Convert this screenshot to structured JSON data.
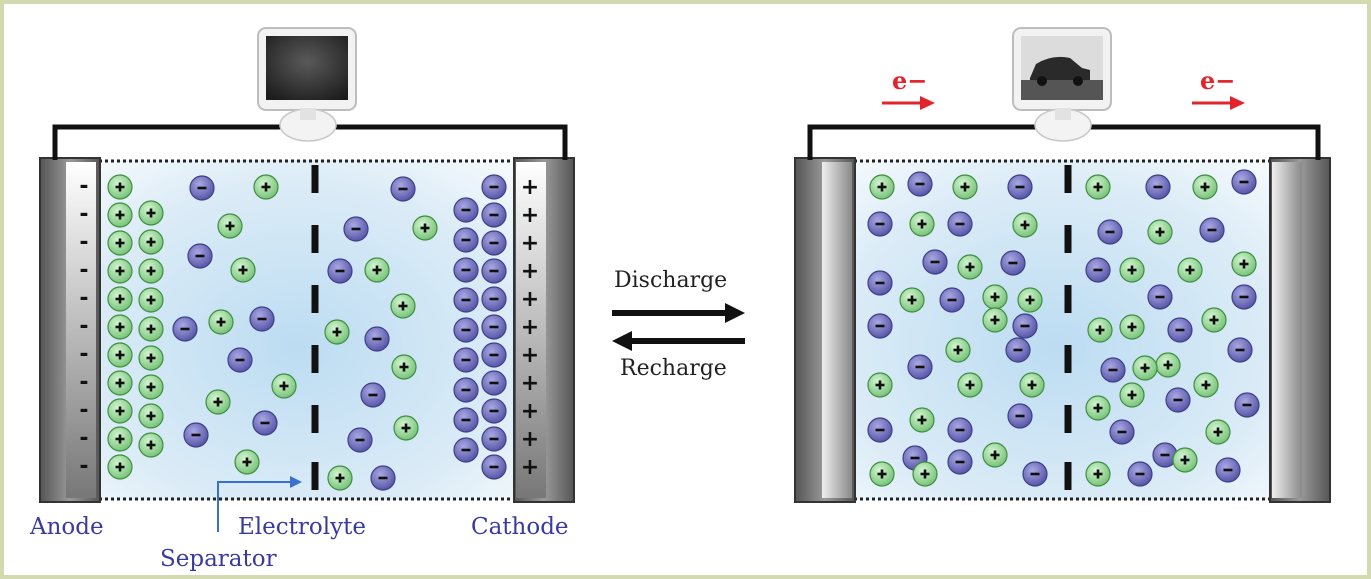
{
  "labels": {
    "anode": "Anode",
    "electrolyte": "Electrolyte",
    "cathode": "Cathode",
    "separator": "Separator",
    "discharge": "Discharge",
    "recharge": "Recharge",
    "electron_left": "e−",
    "electron_right": "e−"
  },
  "colors": {
    "anion": "#6b6ab8",
    "cation": "#8fd48f",
    "electrolyte": "#cfe6f5",
    "label_blue": "#3a3a9e",
    "electron_red": "#e3242b",
    "border": "#d3d9b0"
  },
  "icons": {
    "left_device": "monitor-icon",
    "right_device": "monitor-with-car-icon"
  },
  "anode_charge_sign": "-",
  "cathode_charge_sign": "+"
}
